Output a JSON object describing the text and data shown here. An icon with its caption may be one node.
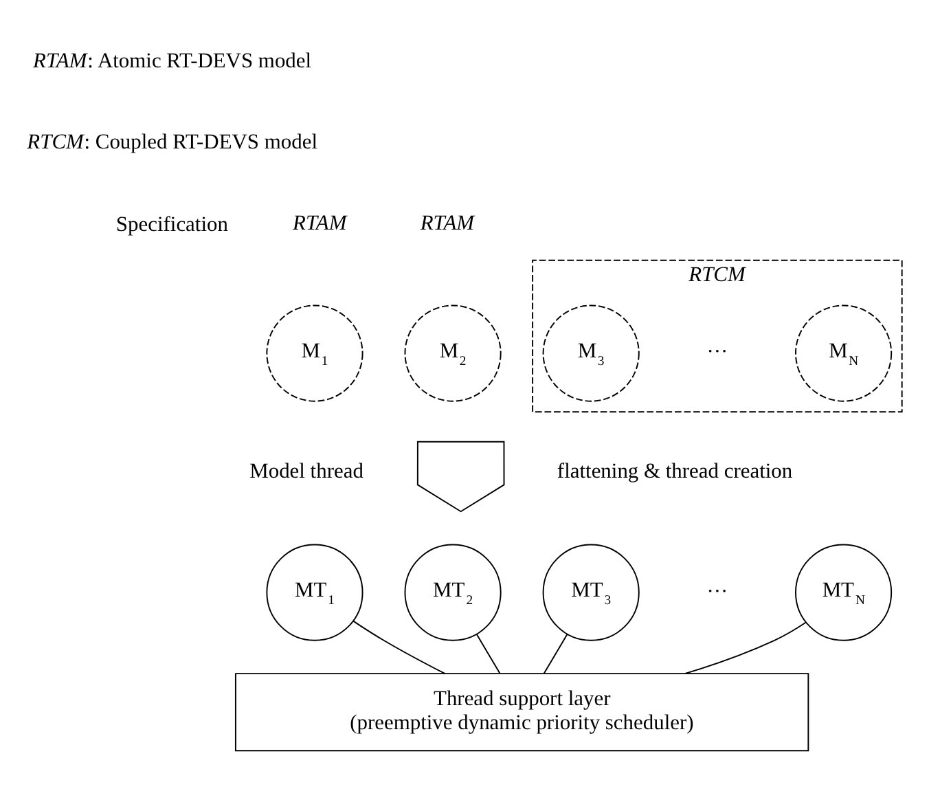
{
  "diagram": {
    "nodes": [
      {
        "text": [
          "M$_{1}$"
        ],
        "beside": [
          "RTAM"
        ]
      },
      {
        "text": [
          "M$_{2}$"
        ],
        "beside": [
          "RTAM"
        ]
      },
      {
        "text": [
          "RTCM"
        ]
      },
      {
        "text": [
          "M$_{3}$"
        ],
        "in": 2
      },
      {
        "text": [
          "M$_{N}$"
        ],
        "in": 2
      },
      {
        "text": [],
        "shape": "arrow",
        "beside": [
          "flattening & thread creation"
        ]
      },
      {
        "text": [
          "MT$_{1}$"
        ]
      },
      {
        "text": [
          "MT$_{2}$"
        ]
      },
      {
        "text": [
          "MT$_{3}$"
        ]
      },
      {
        "text": [
          "MT$_{N}$"
        ]
      },
      {
        "text": [
          "Thread support layer",
          "(preemptive dynamic priority scheduler)"
        ]
      }
    ],
    "edges": [
      {
        "from": 6,
        "to": 10,
        "arrow": "none"
      },
      {
        "from": 7,
        "to": 10,
        "arrow": "none"
      },
      {
        "from": 8,
        "to": 10,
        "arrow": "none"
      },
      {
        "from": 9,
        "to": 10,
        "arrow": "none"
      }
    ],
    "labels": [
      "*RTAM*: Atomic RT-DEVS model",
      "*RTCM*: Coupled RT-DEVS model",
      "Specification",
      "···",
      "Model thread",
      "···"
    ]
  }
}
